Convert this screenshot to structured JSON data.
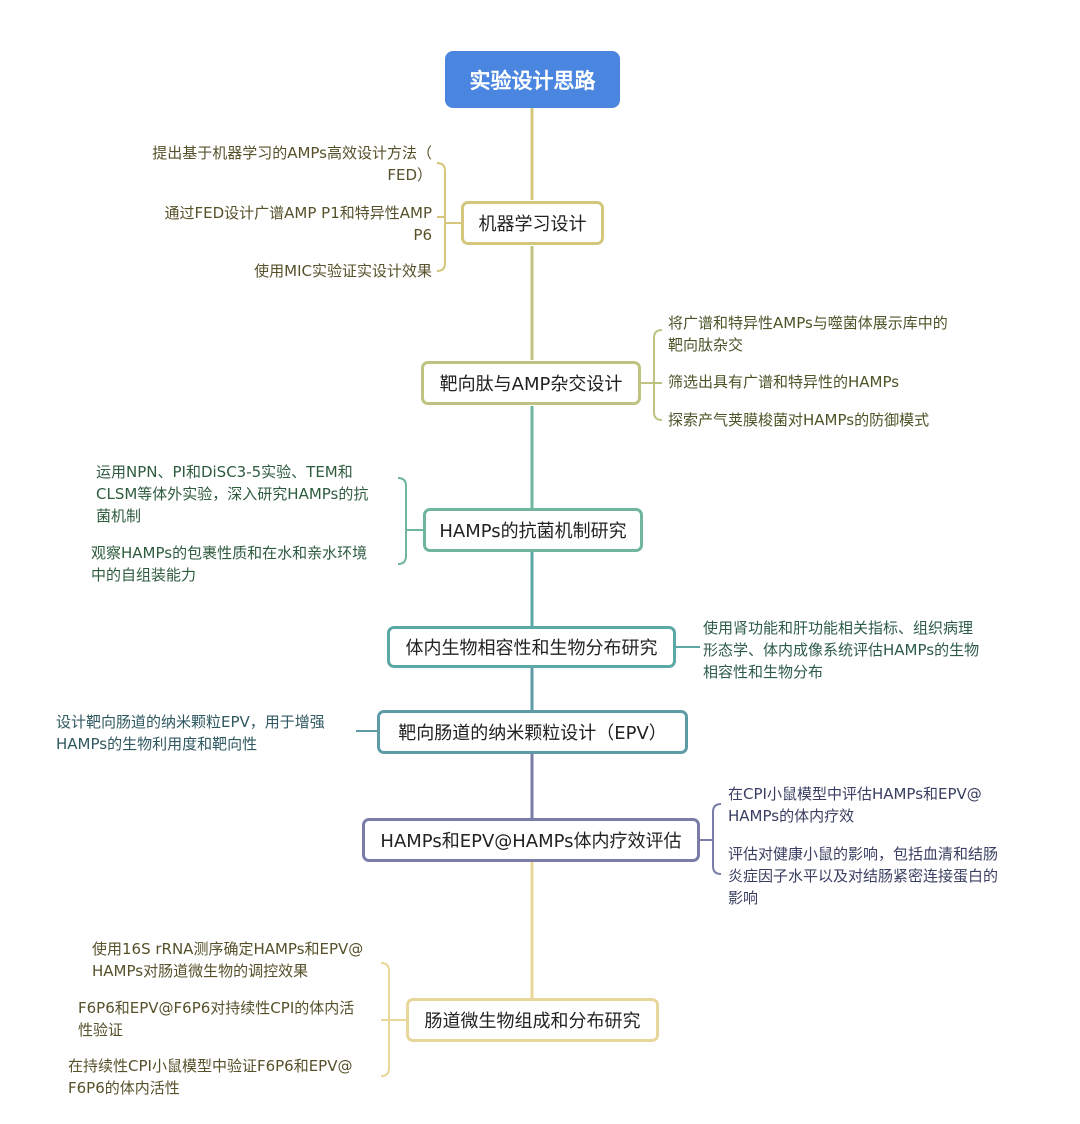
{
  "root": {
    "label": "实验设计思路"
  },
  "colors": {
    "root": "#4a86e0",
    "b1": "#d4c77d",
    "b2": "#bfc382",
    "b3": "#6fb5a0",
    "b4": "#5ca8a4",
    "b5": "#5e9ba6",
    "b6": "#7a7da8",
    "b7": "#e8d79b",
    "t1": "#56512a",
    "t2": "#4b5528",
    "t3": "#2e5b3e",
    "t4": "#2d5b48",
    "t5": "#2f5860",
    "t6": "#3a3f62",
    "t7": "#56512a"
  },
  "branches": [
    {
      "label": "机器学习设计",
      "items": [
        "提出基于机器学习的AMPs高效设计方法（\nFED）",
        "通过FED设计广谱AMP P1和特异性AMP\nP6",
        "使用MIC实验证实设计效果"
      ]
    },
    {
      "label": "靶向肽与AMP杂交设计",
      "items": [
        "将广谱和特异性AMPs与噬菌体展示库中的\n靶向肽杂交",
        "筛选出具有广谱和特异性的HAMPs",
        "探索产气荚膜梭菌对HAMPs的防御模式"
      ]
    },
    {
      "label": "HAMPs的抗菌机制研究",
      "items": [
        "运用NPN、PI和DiSC3-5实验、TEM和\nCLSM等体外实验，深入研究HAMPs的抗\n菌机制",
        "观察HAMPs的包裹性质和在水和亲水环境\n中的自组装能力"
      ]
    },
    {
      "label": "体内生物相容性和生物分布研究",
      "items": [
        "使用肾功能和肝功能相关指标、组织病理\n形态学、体内成像系统评估HAMPs的生物\n相容性和生物分布"
      ]
    },
    {
      "label": "靶向肠道的纳米颗粒设计（EPV）",
      "items": [
        "设计靶向肠道的纳米颗粒EPV，用于增强\nHAMPs的生物利用度和靶向性"
      ]
    },
    {
      "label": "HAMPs和EPV@HAMPs体内疗效评估",
      "items": [
        "在CPI小鼠模型中评估HAMPs和EPV@\nHAMPs的体内疗效",
        "评估对健康小鼠的影响，包括血清和结肠\n炎症因子水平以及对结肠紧密连接蛋白的\n影响"
      ]
    },
    {
      "label": "肠道微生物组成和分布研究",
      "items": [
        "使用16S rRNA测序确定HAMPs和EPV@\nHAMPs对肠道微生物的调控效果",
        "F6P6和EPV@F6P6对持续性CPI的体内活\n性验证",
        "在持续性CPI小鼠模型中验证F6P6和EPV@\nF6P6的体内活性"
      ]
    }
  ]
}
